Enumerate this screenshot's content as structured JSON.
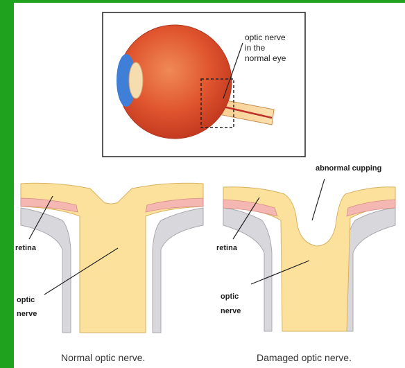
{
  "top_diagram": {
    "label_line1": "optic nerve",
    "label_line2": "in the",
    "label_line3": "normal eye"
  },
  "normal": {
    "retina_label": "retina",
    "optic_line1": "optic",
    "optic_line2": "nerve",
    "caption": "Normal optic nerve."
  },
  "damaged": {
    "cupping_label": "abnormal cupping",
    "retina_label": "retina",
    "optic_line1": "optic",
    "optic_line2": "nerve",
    "caption": "Damaged optic nerve."
  },
  "colors": {
    "background_green": "#1fa31f",
    "nerve_yellow": "#fbe19b",
    "retina_pink": "#f4b7b2",
    "sclera_gray": "#d7d7dc",
    "eye_red": "#d9472a",
    "cornea_blue": "#3f7fd8"
  }
}
